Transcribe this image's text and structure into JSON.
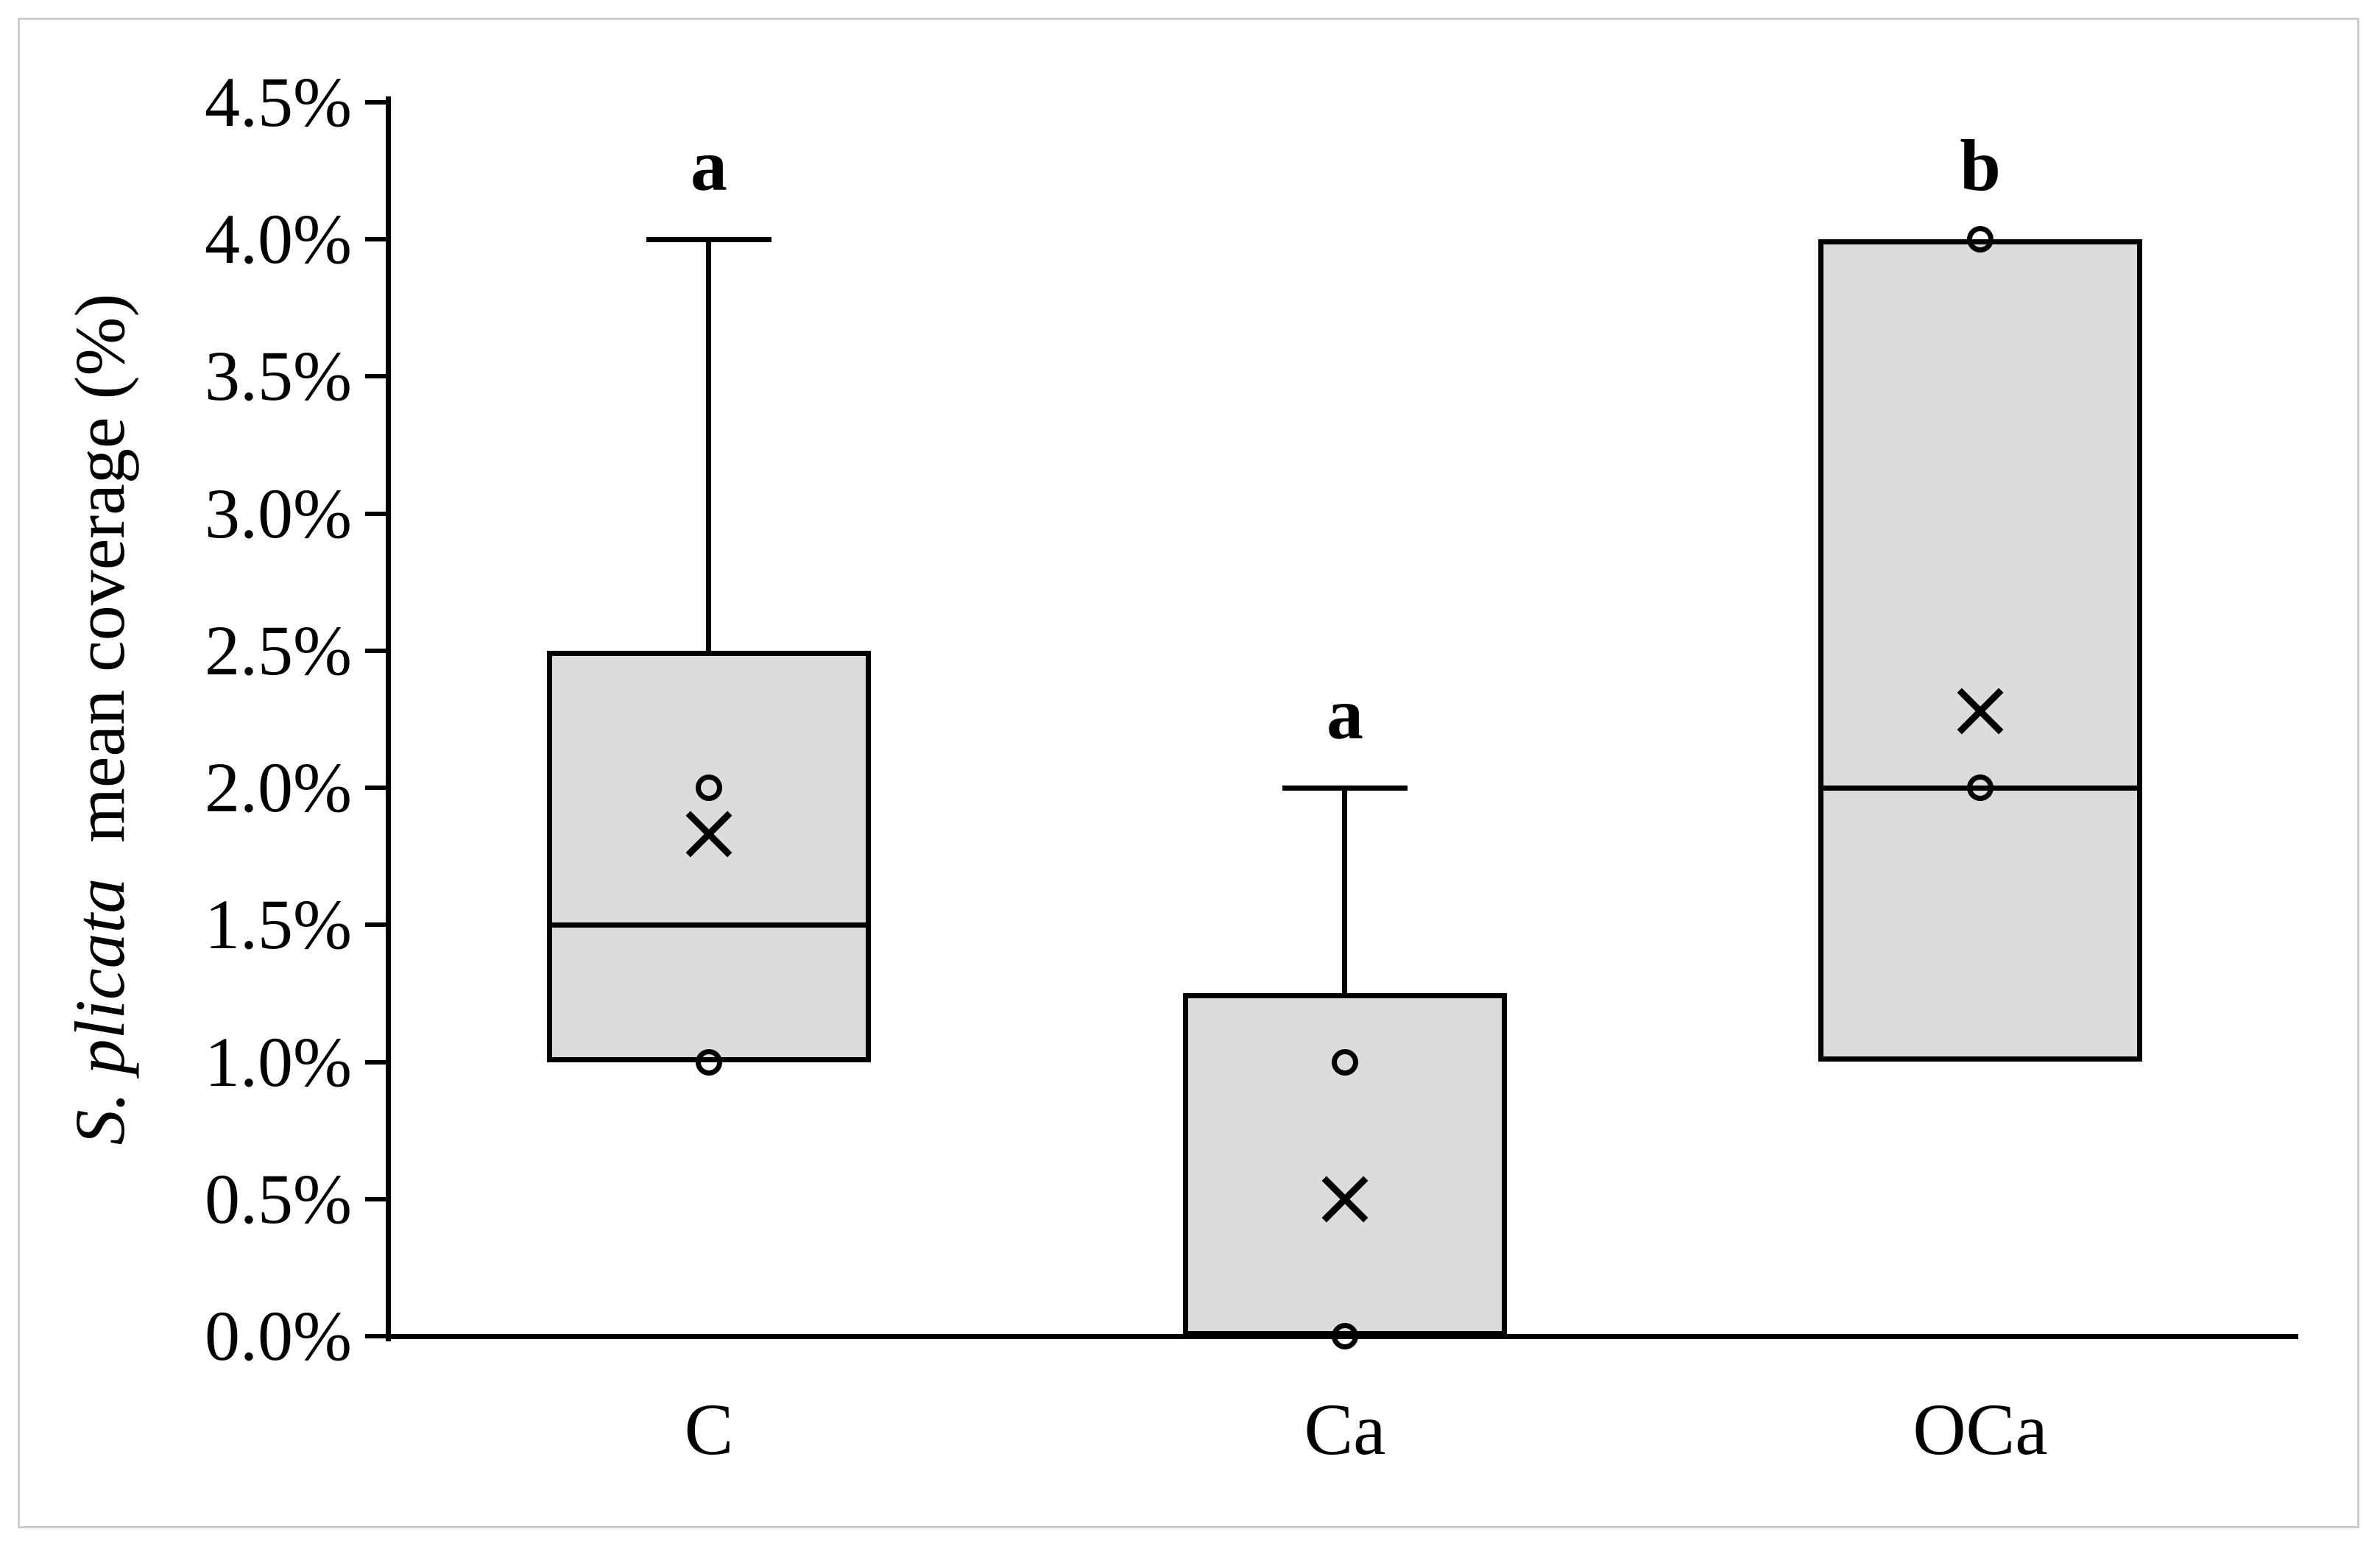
{
  "figure": {
    "background": "#ffffff",
    "border_color": "#cccccc"
  },
  "y_axis": {
    "title_italic": "S. plicata",
    "title_rest": "  mean coverage (%)",
    "min": 0.0,
    "max": 4.5,
    "ticks": [
      {
        "value": 4.5,
        "label": "4.5%"
      },
      {
        "value": 4.0,
        "label": "4.0%"
      },
      {
        "value": 3.5,
        "label": "3.5%"
      },
      {
        "value": 3.0,
        "label": "3.0%"
      },
      {
        "value": 2.5,
        "label": "2.5%"
      },
      {
        "value": 2.0,
        "label": "2.0%"
      },
      {
        "value": 1.5,
        "label": "1.5%"
      },
      {
        "value": 1.0,
        "label": "1.0%"
      },
      {
        "value": 0.5,
        "label": "0.5%"
      },
      {
        "value": 0.0,
        "label": "0.0%"
      }
    ]
  },
  "x_axis": {
    "categories": [
      "C",
      "Ca",
      "OCa"
    ]
  },
  "chart_data": {
    "type": "boxplot",
    "title": "",
    "xlabel": "",
    "ylabel": "S. plicata mean coverage (%)",
    "unit": "percent",
    "ylim": [
      0.0,
      4.5
    ],
    "grid": false,
    "legend": false,
    "style": {
      "box_fill": "#dcdcdc",
      "line_color": "#000000"
    },
    "groups": [
      {
        "label": "C",
        "letter": "a",
        "whisker_high": 4.0,
        "q3": 2.5,
        "median": 1.5,
        "q1": 1.0,
        "whisker_low": null,
        "mean": 1.83,
        "circle_points": [
          2.0,
          1.0
        ]
      },
      {
        "label": "Ca",
        "letter": "a",
        "whisker_high": 2.0,
        "q3": 1.25,
        "median": null,
        "q1": 0.0,
        "whisker_low": null,
        "mean": 0.5,
        "circle_points": [
          1.0,
          0.0
        ]
      },
      {
        "label": "OCa",
        "letter": "b",
        "whisker_high": null,
        "q3": 4.0,
        "median": 2.0,
        "q1": 1.0,
        "whisker_low": null,
        "mean": 2.28,
        "circle_points": [
          4.0,
          2.0
        ]
      }
    ]
  }
}
